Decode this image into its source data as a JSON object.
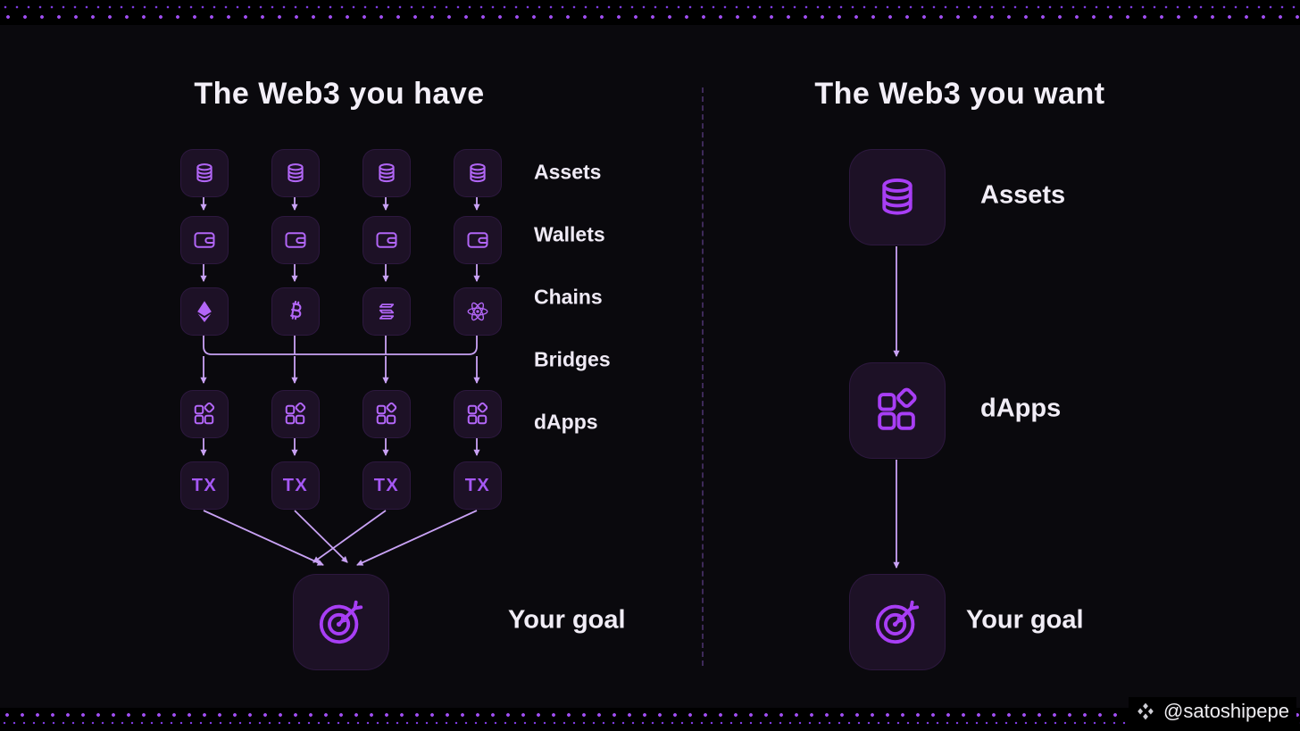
{
  "left": {
    "title": "The Web3 you have",
    "row_labels": [
      "Assets",
      "Wallets",
      "Chains",
      "Bridges",
      "dApps"
    ],
    "tx_label": "TX",
    "goal_label": "Your goal",
    "chain_icons": [
      "ethereum",
      "bitcoin",
      "solana",
      "cosmos"
    ]
  },
  "right": {
    "title": "The Web3 you want",
    "labels": [
      "Assets",
      "dApps",
      "Your goal"
    ]
  },
  "watermark": {
    "handle": "@satoshipepe"
  },
  "colors": {
    "background": "#000000",
    "panel": "#0a090d",
    "box": "#1d1126",
    "icon": "#a855f7",
    "arrow": "#c9a2f5",
    "text": "#f3eff8"
  }
}
